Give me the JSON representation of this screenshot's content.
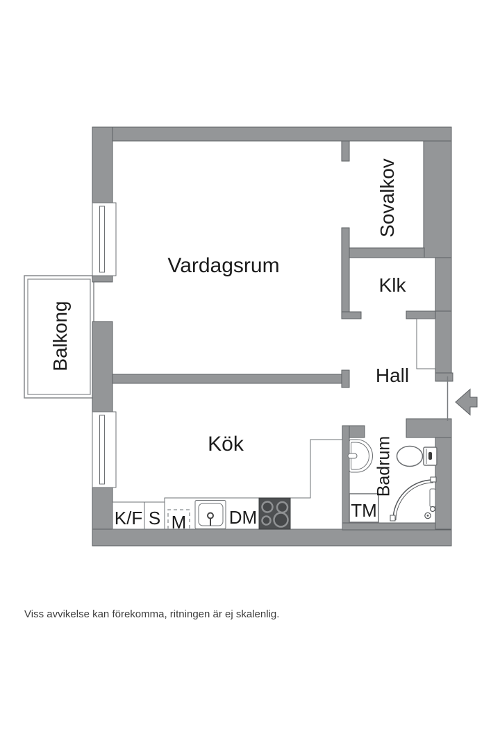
{
  "floorplan": {
    "rooms": {
      "vardagsrum": "Vardagsrum",
      "sovalkov": "Sovalkov",
      "klk": "Klk",
      "hall": "Hall",
      "kok": "Kök",
      "badrum": "Badrum",
      "balkong": "Balkong"
    },
    "appliances": {
      "kf": "K/F",
      "s": "S",
      "m": "M",
      "dm": "DM",
      "tm": "TM"
    },
    "colors": {
      "wall": "#949698",
      "wall_outline": "#5d6063",
      "fixture_line": "#6e7174",
      "hob": "#4e5052",
      "hob_burner": "#46484a",
      "hob_ring": "#8f9193",
      "label_text": "#1c1c1c",
      "caption_text": "#3c3c3c"
    }
  },
  "caption": "Viss avvikelse kan förekomma, ritningen är ej skalenlig."
}
